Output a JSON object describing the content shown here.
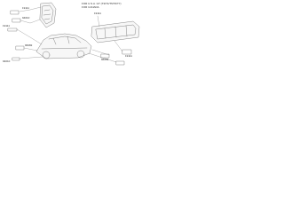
{
  "diagram": {
    "notes": [
      "FOR U.S.A. GT (T3/T4/T5/T6/T7)",
      "FOR CANADA"
    ],
    "part_numbers": [
      {
        "id": "p1",
        "text": "19111"
      },
      {
        "id": "p2",
        "text": "94010"
      },
      {
        "id": "p3",
        "text": "19111"
      },
      {
        "id": "p4",
        "text": "96082"
      },
      {
        "id": "p5",
        "text": "94010"
      },
      {
        "id": "p6",
        "text": "19111"
      },
      {
        "id": "p7",
        "text": "96082"
      },
      {
        "id": "p8",
        "text": "19111"
      }
    ],
    "colors": {
      "line": "#555555",
      "text": "#333333",
      "fill": "#f7f7f7"
    }
  }
}
